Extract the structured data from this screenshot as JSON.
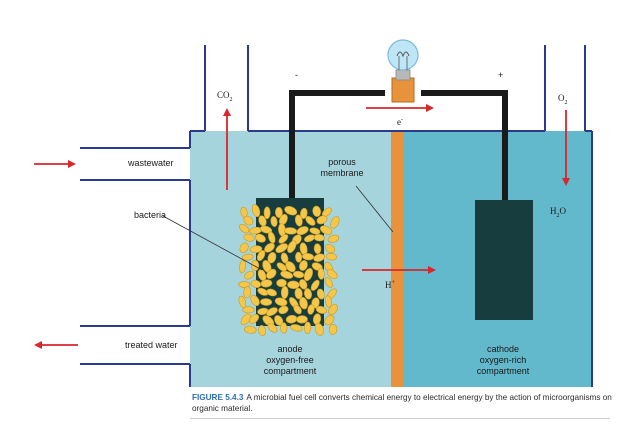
{
  "labels": {
    "co2": "CO2",
    "o2": "O2",
    "minus": "-",
    "plus": "+",
    "electron": "e-",
    "wastewater": "wastewater",
    "treated_water": "treated water",
    "bacteria": "bacteria",
    "membrane": [
      "porous",
      "membrane"
    ],
    "h2o": "H2O",
    "hplus": "H+",
    "anode": [
      "anode",
      "oxygen-free",
      "compartment"
    ],
    "cathode": [
      "cathode",
      "oxygen-rich",
      "compartment"
    ]
  },
  "caption": {
    "figure_number": "FIGURE 5.4.3",
    "text": "A microbial fuel cell converts chemical energy to electrical energy by the action of microorganisms on organic material."
  },
  "colors": {
    "anode_water": "#a6d4dd",
    "cathode_water": "#5fb7cb",
    "membrane": "#e8923c",
    "electrode": "#173d3f",
    "bacteria": "#f4c64a",
    "arrow": "#d8262b",
    "tank_outline": "#2b3a8c"
  }
}
